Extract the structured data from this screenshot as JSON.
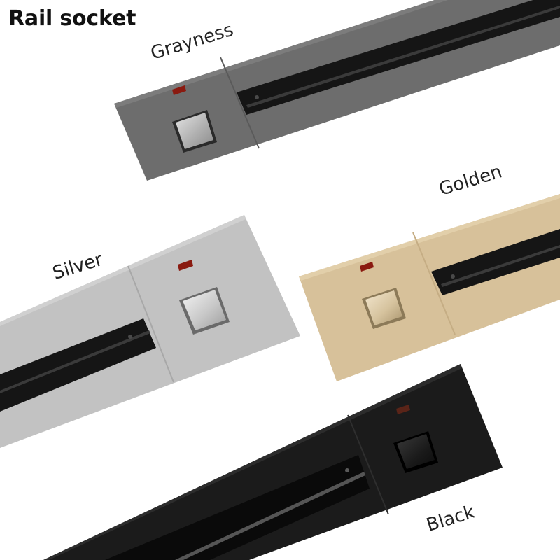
{
  "title": "Rail socket",
  "colors": {
    "background": "#ffffff",
    "grayness_panel": "#6d6d6d",
    "silver_panel": "#c2c2c2",
    "golden_panel": "#d7c19a",
    "black_panel": "#1b1b1b",
    "rail_slot": "#151515",
    "indicator": "#8a1a10"
  },
  "products": [
    {
      "label": "Grayness"
    },
    {
      "label": "Golden"
    },
    {
      "label": "Silver"
    },
    {
      "label": "Black"
    }
  ]
}
